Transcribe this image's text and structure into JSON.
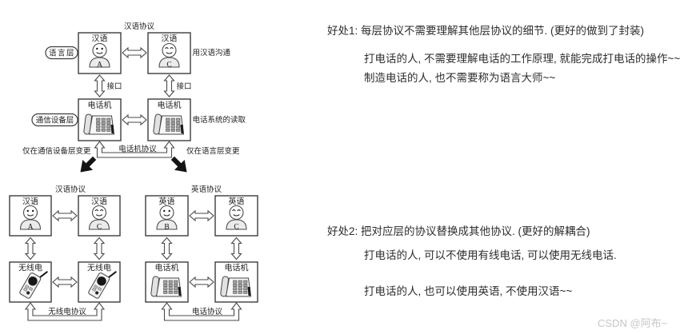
{
  "diagram": {
    "top": {
      "protocol": "汉语协议",
      "layer": "语言层",
      "box_a": {
        "title": "汉语",
        "letter": "A"
      },
      "box_c": {
        "title": "汉语",
        "letter": "C"
      },
      "note": "用汉语沟通",
      "iface_left": "接口",
      "iface_right": "接口"
    },
    "mid": {
      "layer": "通信设备层",
      "box_left": "电话机",
      "box_right": "电话机",
      "note": "电话系统的读取",
      "protocol": "电话机协议",
      "note_left": "仅在通信设备层变更",
      "note_right": "仅在语言层变更"
    },
    "bl": {
      "protocol": "汉语协议",
      "box_a": {
        "title": "汉语",
        "letter": "A"
      },
      "box_c": {
        "title": "汉语",
        "letter": "C"
      },
      "dev_left": "无线电",
      "dev_right": "无线电",
      "dev_protocol": "无线电协议"
    },
    "br": {
      "protocol": "英语协议",
      "box_b": {
        "title": "英语",
        "letter": "B"
      },
      "box_c": {
        "title": "英语",
        "letter": "C"
      },
      "dev_left": "电话机",
      "dev_right": "电话机",
      "dev_protocol": "电话协议"
    }
  },
  "notes": {
    "b1_heading": "好处1: 每层协议不需要理解其他层协议的细节. (更好的做到了封装)",
    "b1_line1": "打电话的人, 不需要理解电话的工作原理, 就能完成打电话的操作~~",
    "b1_line2": "制造电话的人, 也不需要称为语言大师~~",
    "b2_heading": "好处2: 把对应层的协议替换成其他协议. (更好的解耦合)",
    "b2_line1": "打电话的人, 可以不使用有线电话, 可以使用无线电话.",
    "b2_line2": "打电话的人, 也可以使用英语, 不使用汉语~~",
    "watermark": "CSDN @阿布~"
  },
  "colors": {
    "ink": "#3d3d3d",
    "text": "#2d2d2d",
    "watermark": "#c6c6c6",
    "background": "#ffffff"
  }
}
